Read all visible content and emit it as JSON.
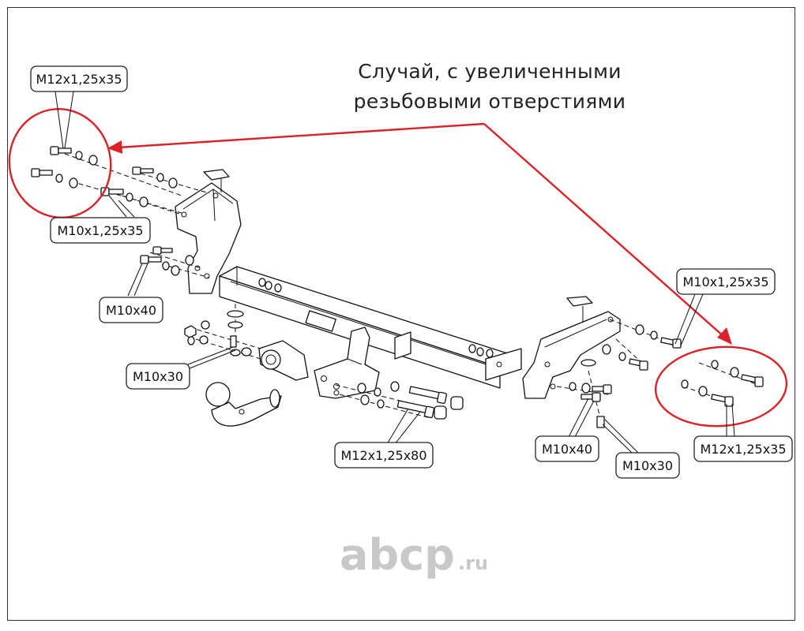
{
  "note": {
    "line1": "Случай, с увеличенными",
    "line2": "резьбовыми отверстиями"
  },
  "labels": {
    "top_left_m12": "M12x1,25x35",
    "left_m10_fine": "M10x1,25x35",
    "left_m10x40": "M10x40",
    "left_m10x30": "M10x30",
    "center_m12x80": "M12x1,25x80",
    "right_m10_fine": "M10x1,25x35",
    "right_m12": "M12x1,25x35",
    "right_m10x40": "M10x40",
    "right_m10x30": "M10x30"
  },
  "watermark": {
    "main": "abcp",
    "suffix": ".ru"
  },
  "colors": {
    "highlight": "#d9222a",
    "watermark": "#c8c8c8",
    "line": "#111111"
  }
}
